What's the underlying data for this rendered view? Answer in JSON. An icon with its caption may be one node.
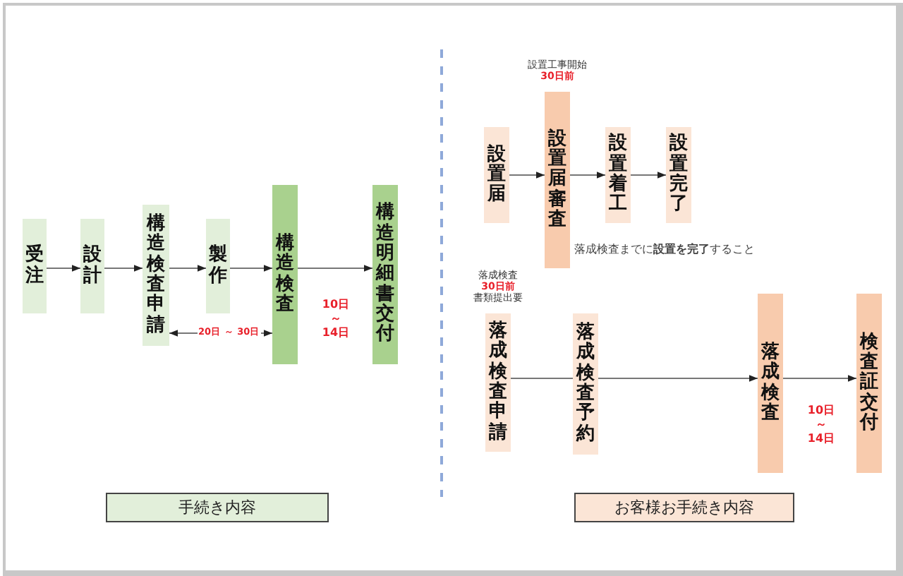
{
  "diagram": {
    "nodes": [
      {
        "text": [
          "受注"
        ]
      },
      {
        "text": [
          "設計"
        ]
      },
      {
        "text": [
          "構造検査申請"
        ]
      },
      {
        "text": [
          "製作"
        ]
      },
      {
        "text": [
          "構造検査"
        ]
      },
      {
        "text": [
          "構造明細書交付"
        ]
      },
      {
        "text": [
          "設置届"
        ]
      },
      {
        "text": [
          "設置届審査"
        ],
        "beside": [
          "設置工事開始",
          "30日前"
        ]
      },
      {
        "text": [
          "設置着工"
        ]
      },
      {
        "text": [
          "設置完了"
        ]
      },
      {
        "text": [
          "落成検査申請"
        ],
        "beside": [
          "落成検査",
          "30日前",
          "書類提出要"
        ]
      },
      {
        "text": [
          "落成検査予約"
        ]
      },
      {
        "text": [
          "落成検査"
        ]
      },
      {
        "text": [
          "検査証交付"
        ]
      },
      {
        "text": [
          "手続き内容"
        ]
      },
      {
        "text": [
          "お客様お手続き内容"
        ]
      }
    ],
    "edges": [
      {
        "from": 0,
        "to": 1,
        "arrow": "to"
      },
      {
        "from": 1,
        "to": 2,
        "arrow": "to"
      },
      {
        "from": 2,
        "to": 3,
        "arrow": "to"
      },
      {
        "from": 3,
        "to": 4,
        "arrow": "to"
      },
      {
        "from": 4,
        "to": 5,
        "arrow": "to"
      },
      {
        "from": 2,
        "to": 4,
        "arrow": "both",
        "label": "20日 ～ 30日"
      },
      {
        "from": 6,
        "to": 7,
        "arrow": "to"
      },
      {
        "from": 7,
        "to": 8,
        "arrow": "to"
      },
      {
        "from": 8,
        "to": 9,
        "arrow": "to"
      },
      {
        "from": 10,
        "to": 11,
        "arrow": "none"
      },
      {
        "from": 11,
        "to": 12,
        "arrow": "to"
      },
      {
        "from": 12,
        "to": 13,
        "arrow": "to"
      }
    ],
    "labels": [
      "10日～14日",
      "落成検査までに**設置を完了**すること",
      "10日～14日"
    ]
  }
}
